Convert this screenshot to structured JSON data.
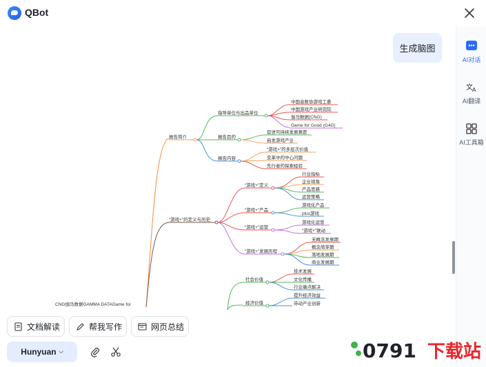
{
  "window": {
    "title": "QBot"
  },
  "conversation": {
    "user_message": "生成脑图"
  },
  "mindmap": {
    "root": "CNG伽马数据GAMMA DATAGame for",
    "branches": [
      {
        "label": "报告简介",
        "children": [
          {
            "label": "指导单位与出品单位",
            "children": [
              "中国音数协游戏工委",
              "中国游戏产业研究院",
              "伽马数据(CNG)",
              "Game for Good (G4G)"
            ]
          },
          {
            "label": "报告目的",
            "children": [
              "促进可持续发展意愿",
              "启发游戏产业"
            ]
          },
          {
            "label": "报告内容",
            "children": [
              "“游戏+”的多层次价值",
              "变革中的中心问题",
              "先行者的探索经验"
            ]
          }
        ]
      },
      {
        "label": "“游戏+”的定义与历史",
        "children": [
          {
            "label": "“游戏+”定义",
            "children": [
              "行业指标",
              "企业视角",
              "产品思路",
              "运营策略"
            ]
          },
          {
            "label": "“游戏+”产品",
            "children": [
              "游戏化产品",
              "plus游戏"
            ]
          },
          {
            "label": "“游戏+”运营",
            "children": [
              "游戏化运营",
              "“游戏+”联动"
            ]
          },
          {
            "label": "“游戏+”发展历程",
            "children": [
              "无概念发展期",
              "概念萌芽期",
              "落地发展期",
              "商业发展期"
            ]
          }
        ]
      },
      {
        "label": "",
        "children": [
          {
            "label": "社会价值",
            "children": [
              "技术发展",
              "文化传播",
              "行业痛点解决"
            ]
          },
          {
            "label": "经济价值",
            "children": [
              "提升经济效益",
              "带动产业创新"
            ]
          }
        ]
      }
    ]
  },
  "rail": {
    "items": [
      {
        "label": "AI对话",
        "icon": "chat-icon",
        "active": true
      },
      {
        "label": "AI翻译",
        "icon": "translate-icon",
        "active": false
      },
      {
        "label": "AI工具箱",
        "icon": "toolbox-icon",
        "active": false
      }
    ]
  },
  "quick_actions": [
    {
      "label": "文档解读",
      "icon": "document-icon"
    },
    {
      "label": "帮我写作",
      "icon": "pen-icon"
    },
    {
      "label": "网页总结",
      "icon": "webpage-icon"
    }
  ],
  "footer": {
    "model": "Hunyuan",
    "tools": [
      "attachment-icon",
      "scissors-icon"
    ]
  },
  "watermark": {
    "text": "0791",
    "suffix": "下载站"
  },
  "colors": {
    "accent": "#2c6bff",
    "branch_orange": "#f5a25d",
    "branch_green": "#52b85c",
    "branch_blue": "#4a90e2",
    "branch_red": "#e8554e",
    "branch_purple": "#c66de0",
    "root_line": "#f08a3c",
    "second_line": "#7a5a4c"
  }
}
